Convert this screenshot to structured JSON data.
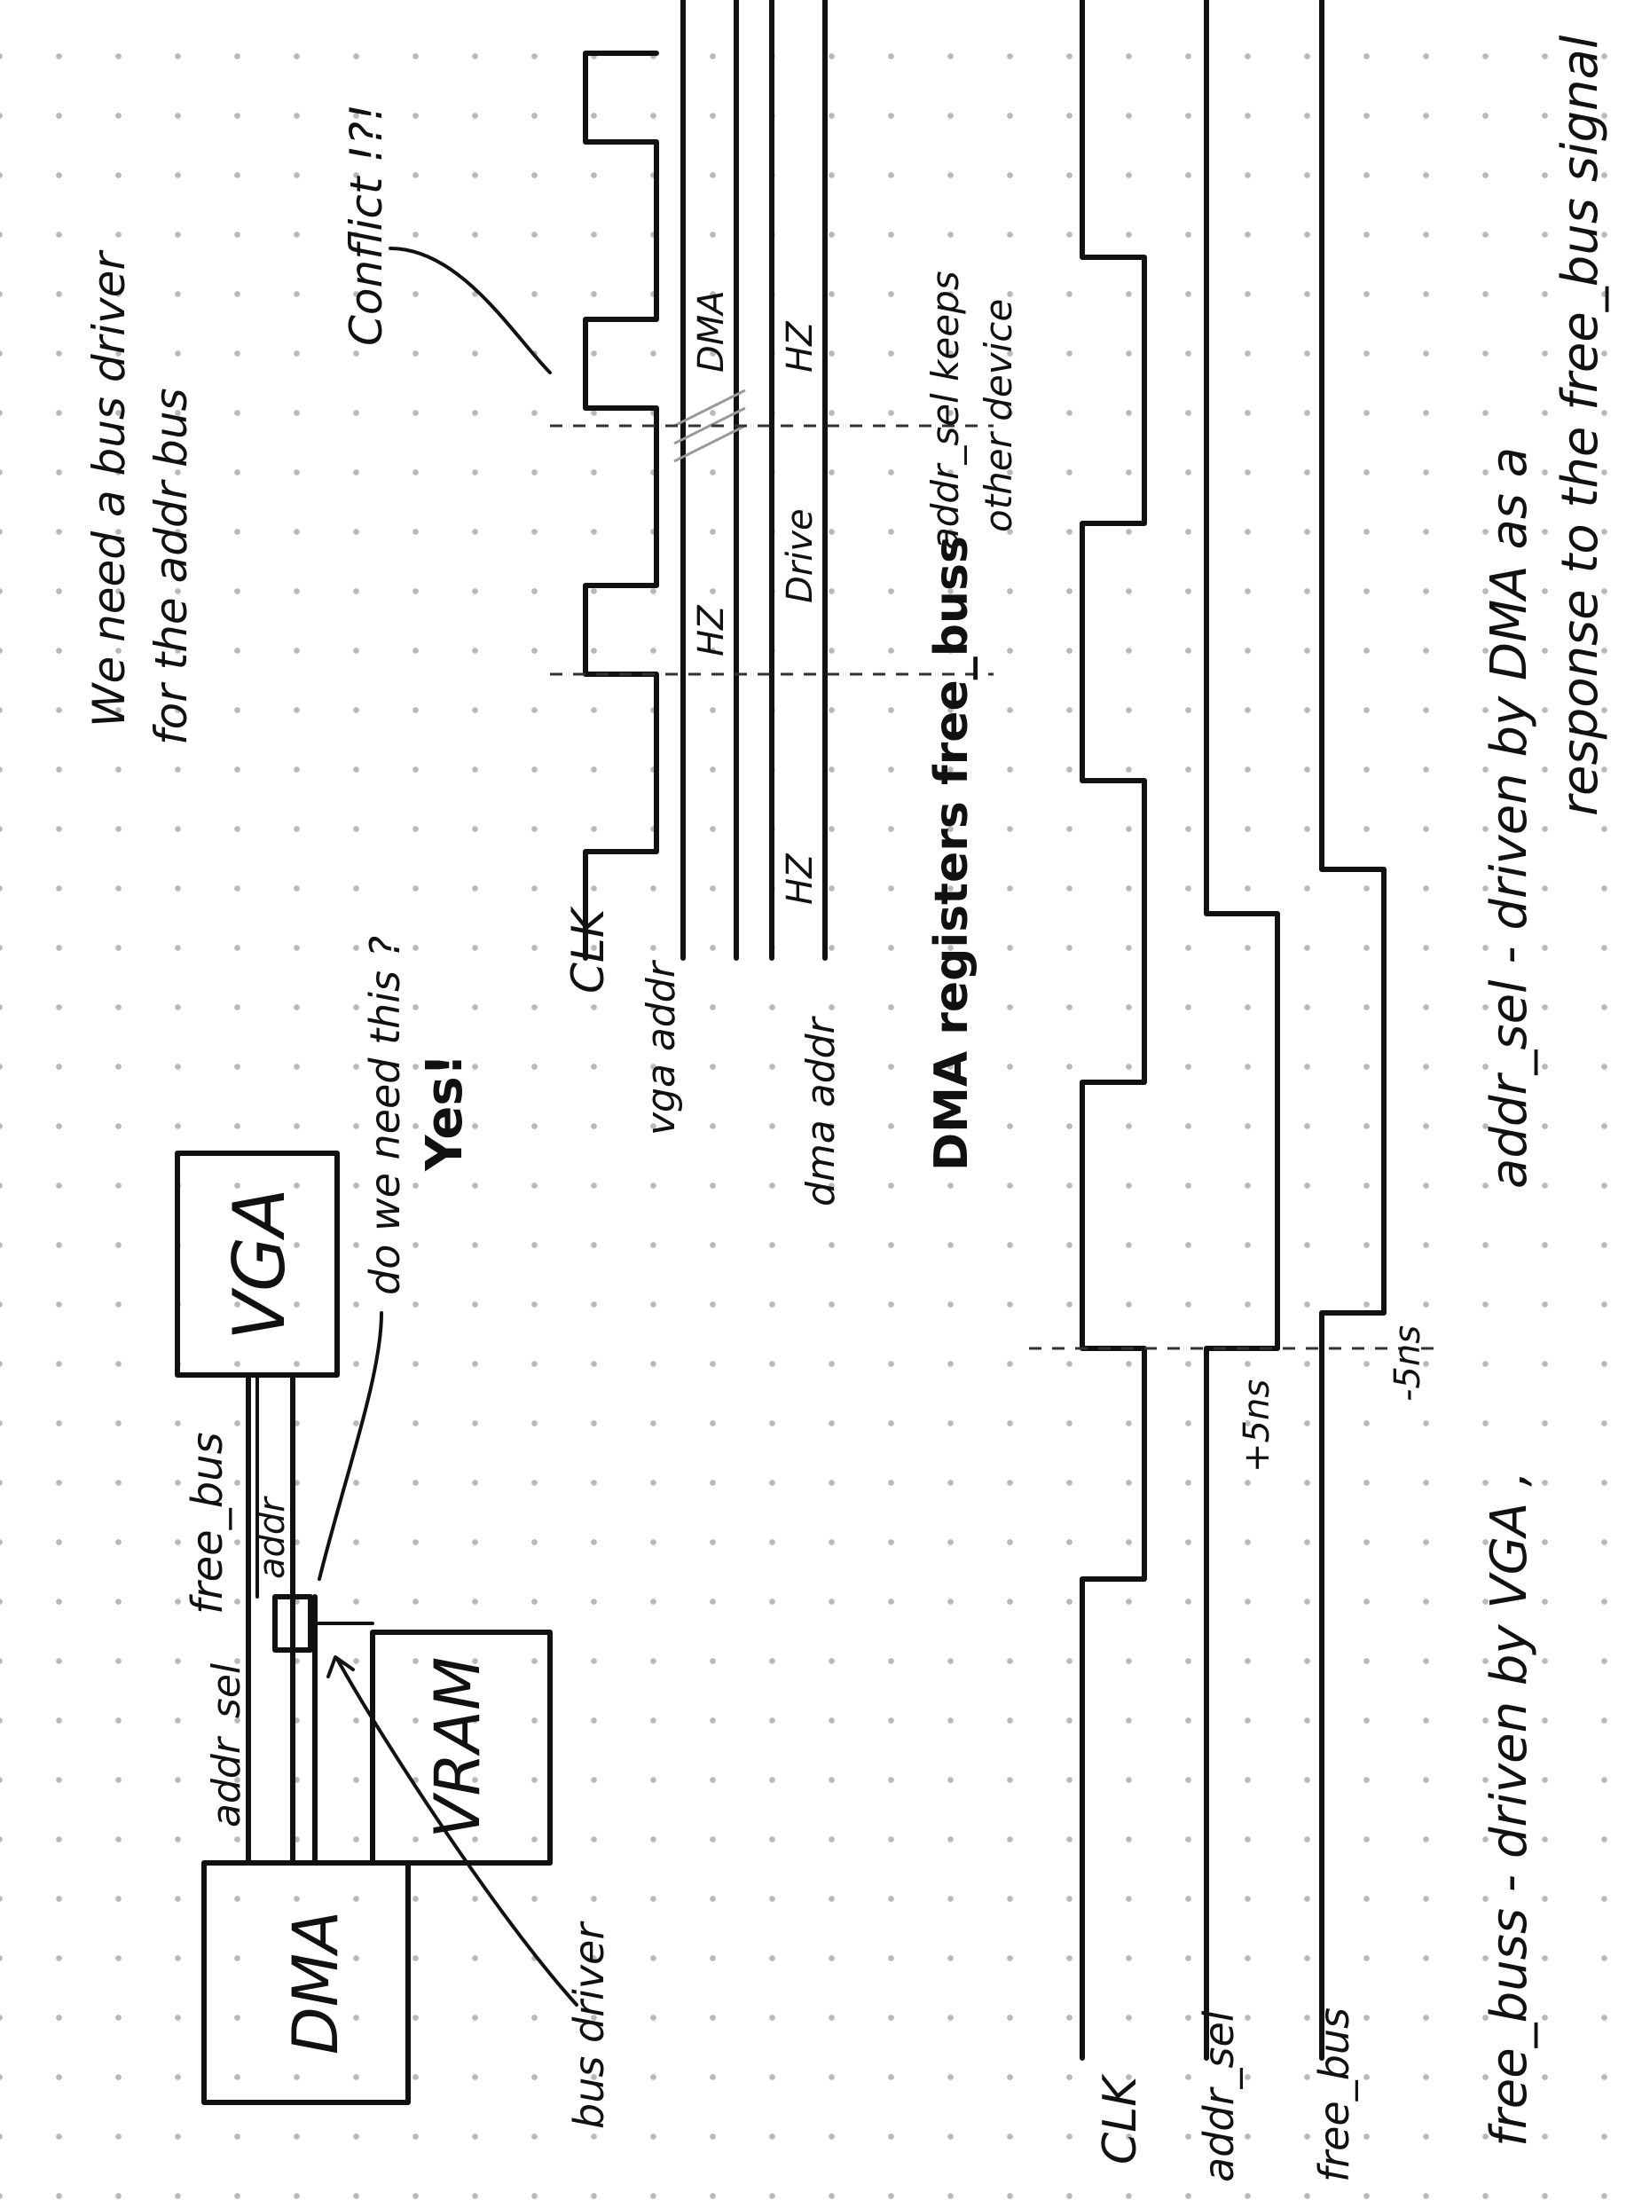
{
  "blocks": {
    "dma": "DMA",
    "vga": "VGA",
    "vram": "VRAM"
  },
  "wires": {
    "addr_sel": "addr_sel",
    "free_bus": "free_bus",
    "addr": "addr"
  },
  "notes": {
    "bus_driver_label": "bus driver",
    "question": "do we need this ?",
    "answer": "Yes!",
    "bus_driver_needed": "We need a bus driver for the addr bus",
    "conflict": "Conflict !?!",
    "dma_registers": "DMA registers free_buss",
    "keeps_line1": "addr_sel keeps",
    "keeps_line2": "other device",
    "free_bus_def": "free_buss - driven by VGA ,",
    "addr_sel_def": "addr_sel - driven by DMA as a response to the free_bus signal"
  },
  "timing_top": {
    "labels": [
      "CLK",
      "vga addr",
      "dma addr"
    ],
    "segments": {
      "hz": "HZ",
      "dma": "DMA",
      "drive": "Drive"
    }
  },
  "timing_bottom": {
    "labels": [
      "CLK",
      "addr_sel",
      "free_bus"
    ],
    "annotations": {
      "plus_5ns": "+5ns",
      "minus_5ns": "-5ns"
    }
  }
}
